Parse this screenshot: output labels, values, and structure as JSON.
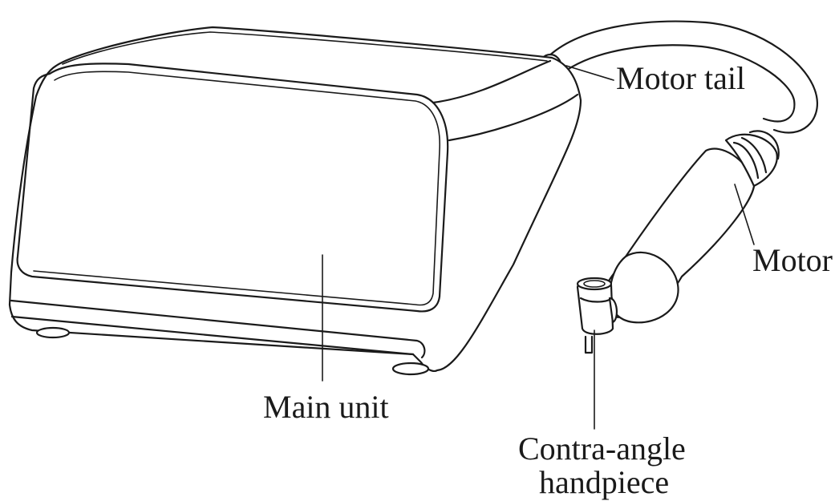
{
  "labels": {
    "motor_tail": "Motor tail",
    "motor": "Motor",
    "main_unit": "Main unit",
    "contra_angle_line1": "Contra-angle",
    "contra_angle_line2": "handpiece"
  },
  "colors": {
    "line": "#1a1a1a",
    "background": "#ffffff"
  }
}
